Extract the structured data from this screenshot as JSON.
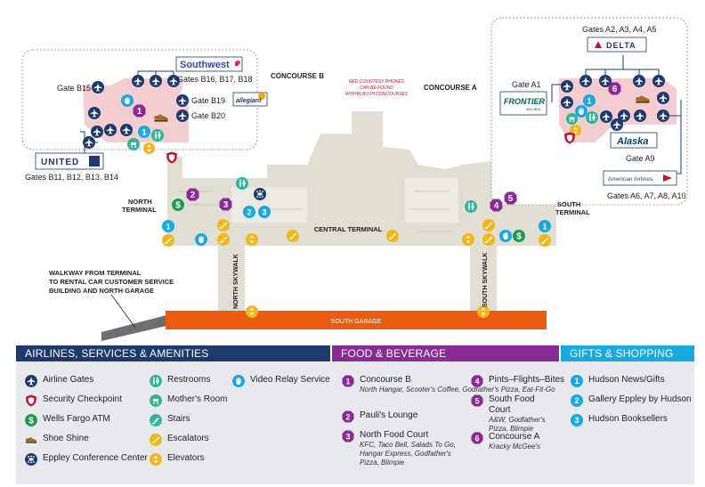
{
  "labels": {
    "concourse_b": "CONCOURSE B",
    "concourse_a": "CONCOURSE A",
    "red_phones_1": "RED COURTESY PHONES",
    "red_phones_2": "CAN BE FOUND",
    "red_phones_3": "WITHIN BOTH CONCOURSES",
    "north_terminal_1": "NORTH",
    "north_terminal_2": "TERMINAL",
    "south_terminal_1": "SOUTH",
    "south_terminal_2": "TERMINAL",
    "central_terminal": "CENTRAL TERMINAL",
    "north_skywalk": "NORTH SKYWALK",
    "south_skywalk": "SOUTH SKYWALK",
    "south_garage": "SOUTH GARAGE",
    "walkway_1": "WALKWAY FROM TERMINAL",
    "walkway_2": "TO RENTAL CAR CUSTOMER SERVICE",
    "walkway_3": "BUILDING AND NORTH GARAGE"
  },
  "gates": {
    "b15": "Gate B15",
    "b16_18": "Gates B16, B17, B18",
    "b19": "Gate B19",
    "b20": "Gate B20",
    "b11_14": "Gates B11, B12, B13, B14",
    "a1": "Gate A1",
    "a2_5": "Gates A2, A3, A4, A5",
    "a9": "Gate A9",
    "a6_10": "Gates A6, A7, A8, A10"
  },
  "airlines": {
    "southwest": "Southwest",
    "allegiant": "allegiant",
    "united": "UNITED",
    "delta": "DELTA",
    "frontier": "FRONTIER",
    "frontier_sub": "AIRLINES",
    "alaska": "Alaska",
    "american": "American Airlines"
  },
  "legend": {
    "airlines_header": "AIRLINES, SERVICES & AMENITIES",
    "food_header": "FOOD & BEVERAGE",
    "gifts_header": "GIFTS & SHOPPING",
    "airline_gates": "Airline Gates",
    "security": "Security Checkpoint",
    "atm": "Wells Fargo ATM",
    "shoe_shine": "Shoe Shine",
    "conference": "Eppley Conference Center",
    "restrooms": "Restrooms",
    "mothers_room": "Mother's Room",
    "stairs": "Stairs",
    "escalators": "Escalators",
    "elevators": "Elevators",
    "video_relay": "Video Relay Service",
    "food": [
      {
        "num": "1",
        "title": "Concourse B",
        "sub": "North Hangar, Scooter's Coffee, Godfather's Pizza, Eat-Fit-Go"
      },
      {
        "num": "2",
        "title": "Pauli's Lounge",
        "sub": ""
      },
      {
        "num": "3",
        "title": "North Food Court",
        "sub": "KFC, Taco Bell, Salads To Go, Hangar Express, Godfather's Pizza, Blimpie"
      },
      {
        "num": "4",
        "title": "Pints–Flights–Bites",
        "sub": ""
      },
      {
        "num": "5",
        "title": "South Food Court",
        "sub": "A&W, Godfather's Pizza, Blimpie"
      },
      {
        "num": "6",
        "title": "Concourse A",
        "sub": "Kracky McGee's"
      }
    ],
    "gifts": [
      {
        "num": "1",
        "title": "Hudson News/Gifts"
      },
      {
        "num": "2",
        "title": "Gallery Eppley by Hudson"
      },
      {
        "num": "3",
        "title": "Hudson Booksellers"
      }
    ]
  },
  "colors": {
    "navy": "#1d3a6e",
    "purple": "#8a2a97",
    "cyan": "#19a9e1",
    "green": "#1f9a4b",
    "teal": "#2fb59a",
    "red": "#c8102e",
    "orange": "#e85d10",
    "yellow": "#f4b619",
    "building": "#e1ded4",
    "concourse_pink": "#f4cdd1"
  },
  "icons": {
    "airline_gate": "plane-icon",
    "security": "shield-icon",
    "atm": "dollar-icon",
    "shoe_shine": "shoe-icon",
    "conference": "conference-icon",
    "restrooms": "restroom-icon",
    "mothers_room": "stroller-icon",
    "stairs": "stairs-icon",
    "escalators": "escalator-icon",
    "elevators": "elevator-icon",
    "video_relay": "hand-icon"
  }
}
